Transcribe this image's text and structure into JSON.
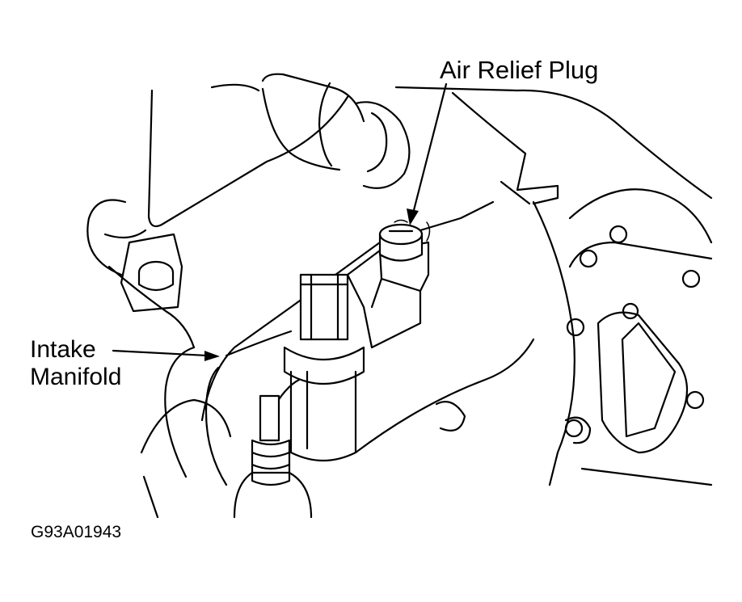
{
  "labels": {
    "air_relief_plug": "Air Relief Plug",
    "intake_manifold_line1": "Intake",
    "intake_manifold_line2": "Manifold",
    "figure_code": "G93A01943"
  },
  "colors": {
    "line": "#000000",
    "background": "#ffffff"
  }
}
